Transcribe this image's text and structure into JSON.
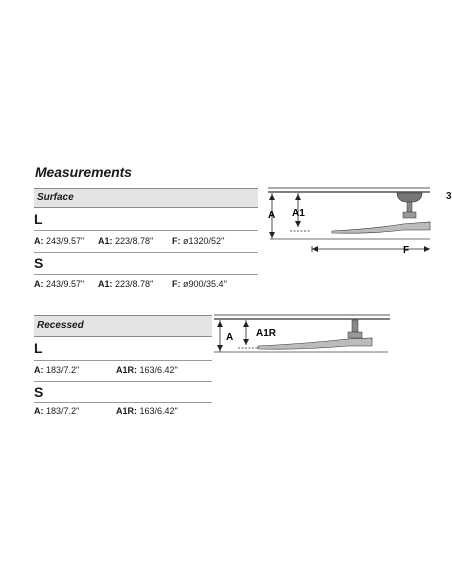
{
  "title": "Measurements",
  "surface": {
    "header": "Surface",
    "sizes": [
      {
        "size": "L",
        "specs": [
          {
            "key": "A:",
            "value": "243/9.57\""
          },
          {
            "key": "A1:",
            "value": "223/8.78\""
          },
          {
            "key": "F:",
            "value": "ø1320/52''"
          }
        ]
      },
      {
        "size": "S",
        "specs": [
          {
            "key": "A:",
            "value": "243/9.57\""
          },
          {
            "key": "A1:",
            "value": "223/8.78\""
          },
          {
            "key": "F:",
            "value": "ø900/35.4''"
          }
        ]
      }
    ],
    "diagram": {
      "label_a": "A",
      "label_a1": "A1",
      "label_f": "F"
    }
  },
  "recessed": {
    "header": "Recessed",
    "sizes": [
      {
        "size": "L",
        "specs": [
          {
            "key": "A:",
            "value": "183/7.2\""
          },
          {
            "key": "A1R:",
            "value": "163/6.42\""
          }
        ]
      },
      {
        "size": "S",
        "specs": [
          {
            "key": "A:",
            "value": "183/7.2\""
          },
          {
            "key": "A1R:",
            "value": "163/6.42\""
          }
        ]
      }
    ],
    "diagram": {
      "label_a": "A",
      "label_a1r": "A1R"
    }
  },
  "edge_mark": "3"
}
